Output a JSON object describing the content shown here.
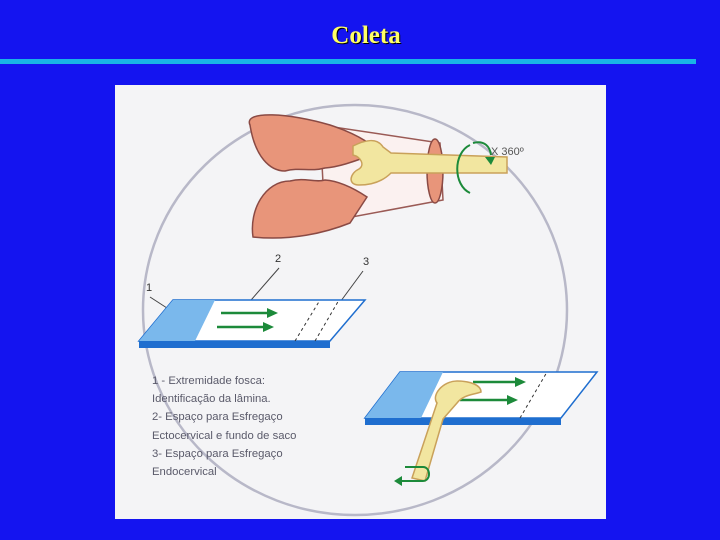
{
  "slide": {
    "title": "Coleta"
  },
  "diagram": {
    "rotation_label": "X 360º",
    "markers": [
      "1",
      "2",
      "3"
    ],
    "legend": [
      "1 - Extremidade fosca:",
      "Identificação da lâmina.",
      "2-  Espaço para Esfregaço",
      "Ectocervical e fundo de saco",
      "3-  Espaço para Esfregaço",
      "Endocervical"
    ],
    "colors": {
      "background": "#1414f0",
      "title": "#ffff66",
      "rule": "#19b4e6",
      "card": "#f4f4f6",
      "tissue": "#e8957a",
      "spatula": "#f2e6a0",
      "slide_frosted": "#7ab8ec",
      "slide_edge": "#1f6ecf",
      "arrow": "#1c8a3a"
    }
  }
}
